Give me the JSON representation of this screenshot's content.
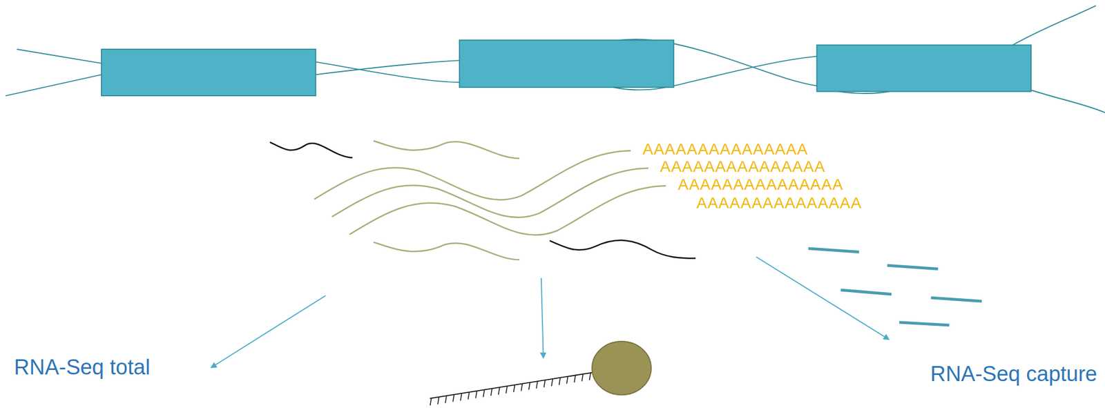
{
  "diagram": {
    "labels": [
      "AAAAAAAAAAAAAAA",
      "AAAAAAAAAAAAAAA",
      "AAAAAAAAAAAAAAA",
      "AAAAAAAAAAAAAAA",
      "RNA-Seq total",
      "RNA-Seq capture"
    ]
  }
}
